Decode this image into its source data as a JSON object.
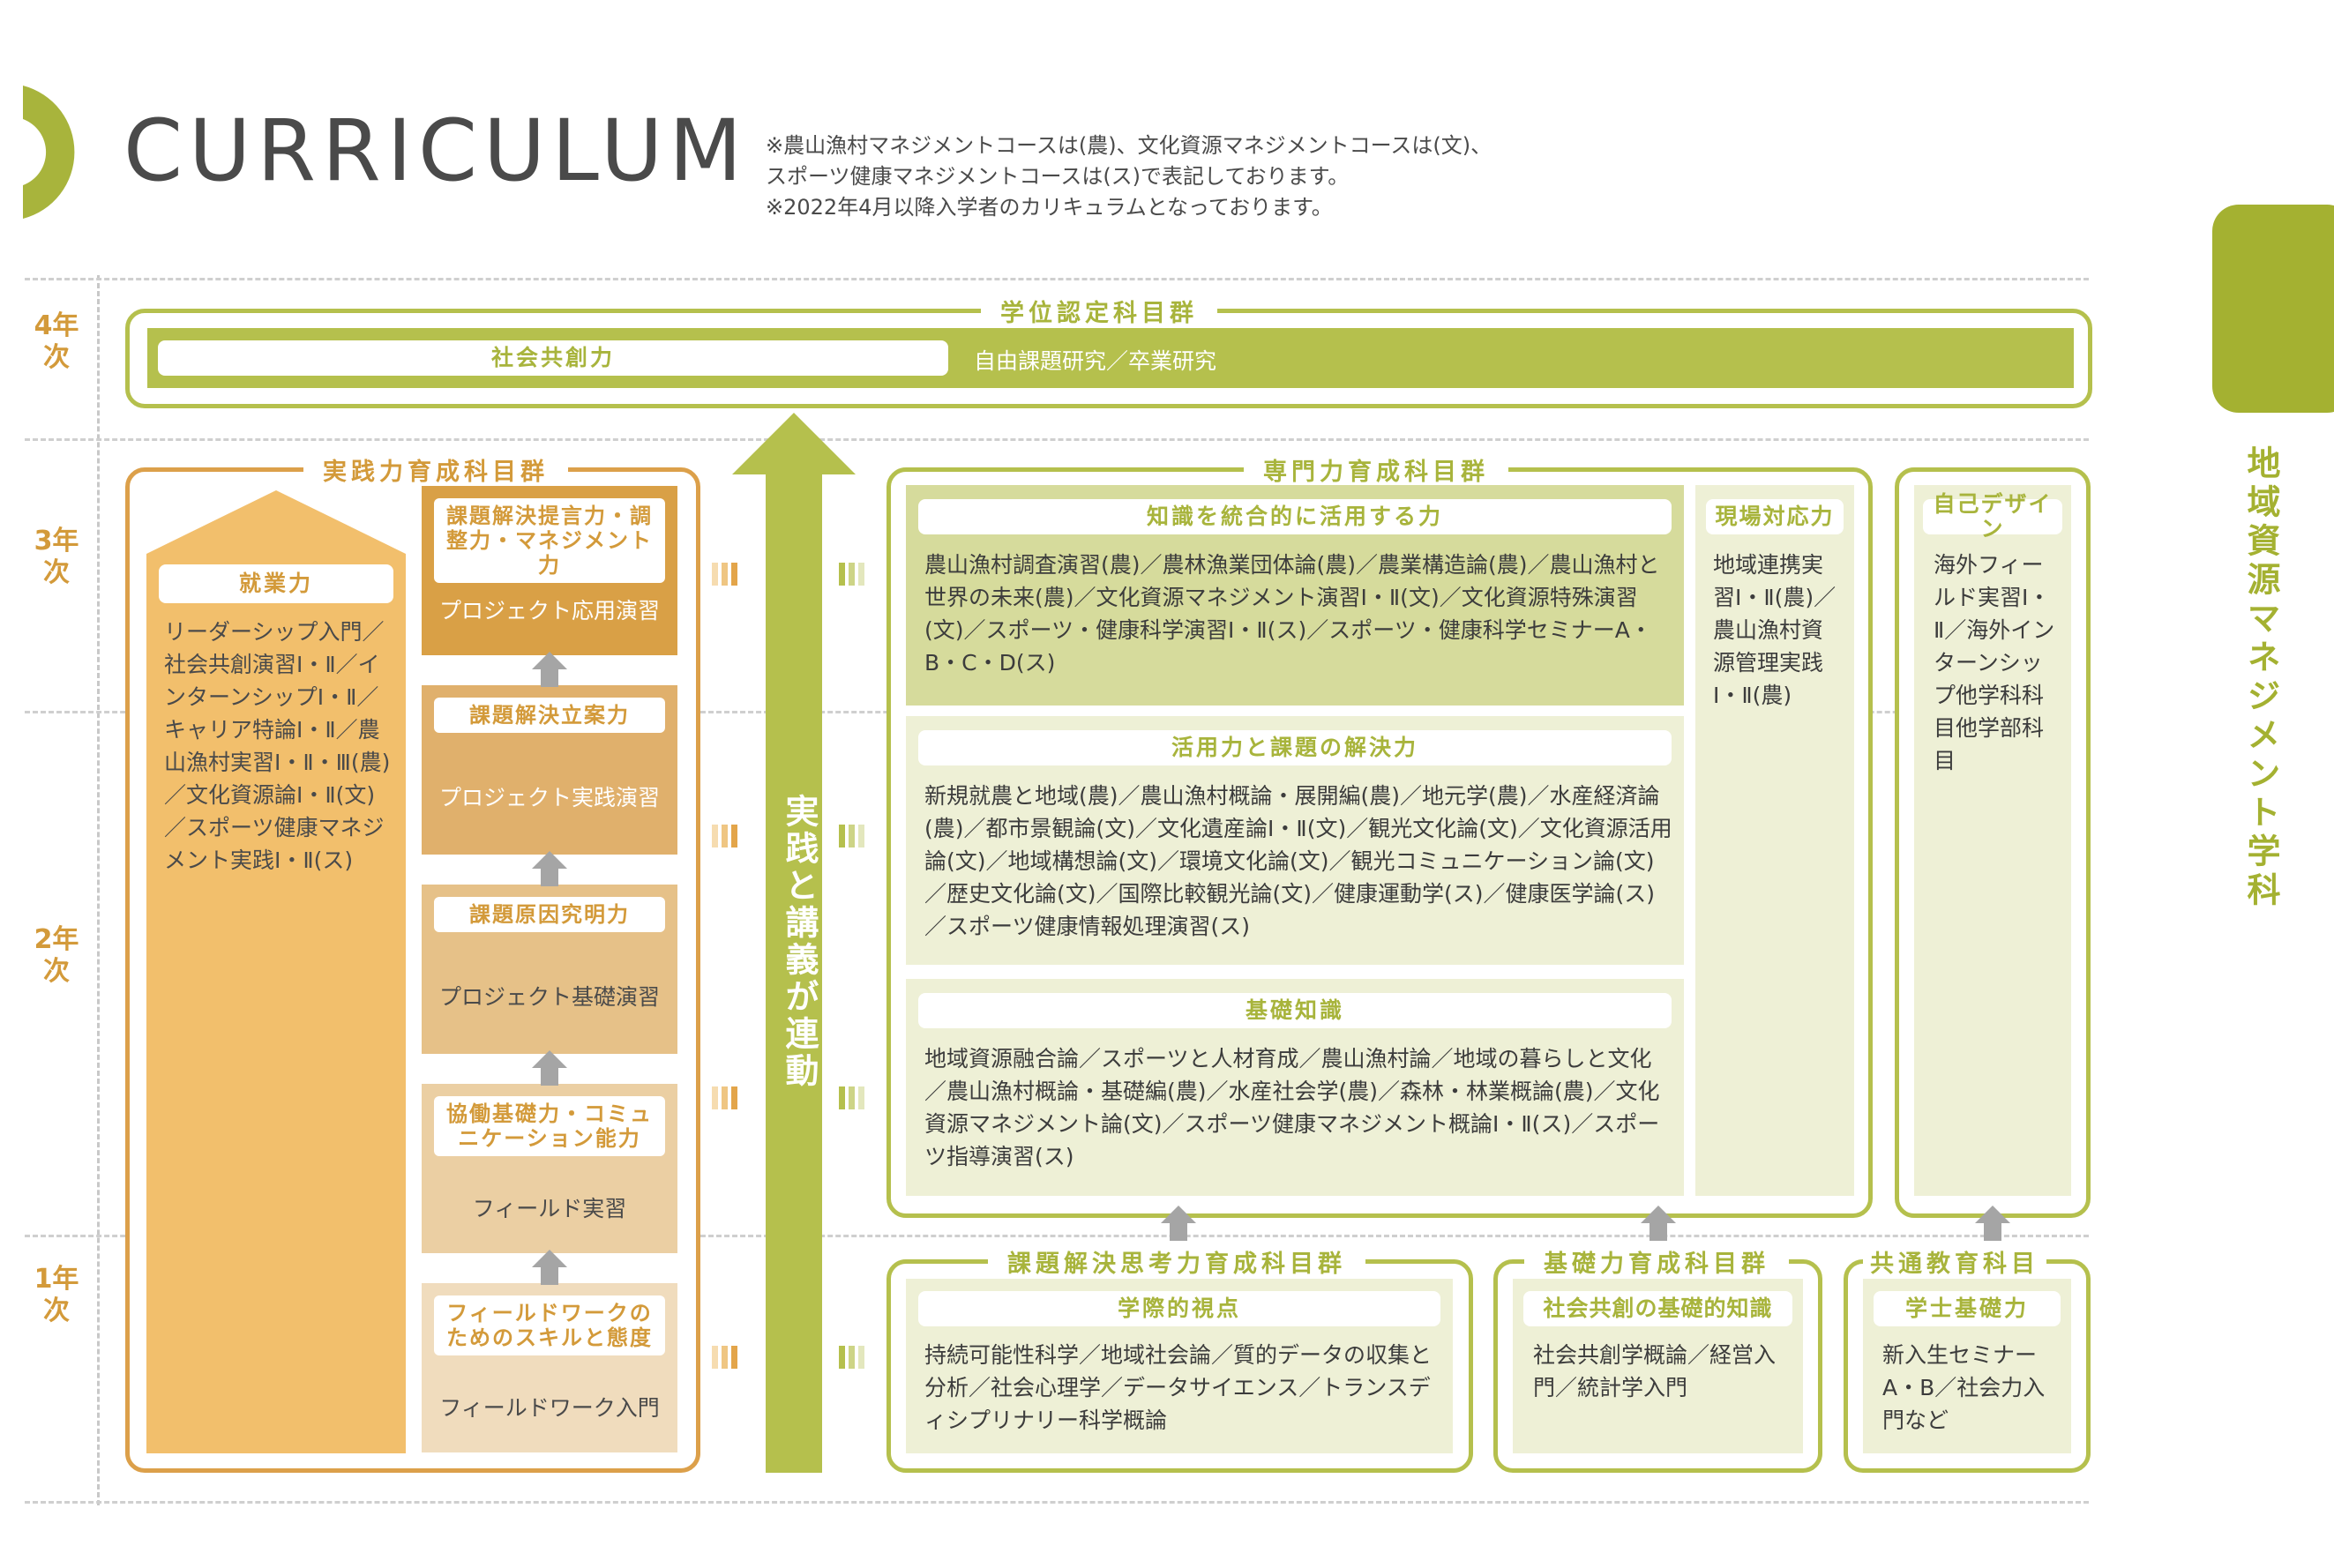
{
  "header": {
    "title": "CURRICULUM",
    "notes": [
      "※農山漁村マネジメントコースは(農)、文化資源マネジメントコースは(文)、",
      "スポーツ健康マネジメントコースは(ス)で表記しております。",
      "※2022年4月以降入学者のカリキュラムとなっております。"
    ]
  },
  "side_tab": {
    "label": "地域資源マネジメント学科"
  },
  "years": [
    "4年次",
    "3年次",
    "2年次",
    "1年次"
  ],
  "degree": {
    "group": "学位認定科目群",
    "pill": "社会共創力",
    "text": "自由課題研究／卒業研究"
  },
  "practice": {
    "group": "実践力育成科目群",
    "big": {
      "label": "就業力",
      "text": "リーダーシップ入門／社会共創演習Ⅰ・Ⅱ／インターンシップⅠ・Ⅱ／キャリア特論Ⅰ・Ⅱ／農山漁村実習Ⅰ・Ⅱ・Ⅲ(農)／文化資源論Ⅰ・Ⅱ(文)／スポーツ健康マネジメント実践Ⅰ・Ⅱ(ス)"
    },
    "steps": [
      {
        "label": "課題解決提言力・調整力・マネジメント力",
        "text": "プロジェクト応用演習"
      },
      {
        "label": "課題解決立案力",
        "text": "プロジェクト実践演習"
      },
      {
        "label": "課題原因究明力",
        "text": "プロジェクト基礎演習"
      },
      {
        "label": "協働基礎力・コミュニケーション能力",
        "text": "フィールド実習"
      },
      {
        "label": "フィールドワークのためのスキルと態度",
        "text": "フィールドワーク入門"
      }
    ]
  },
  "center_arrow": {
    "label": "実践と講義が連動"
  },
  "specialty": {
    "group": "専門力育成科目群",
    "blocks": [
      {
        "label": "知識を統合的に活用する力",
        "text": "農山漁村調査演習(農)／農林漁業団体論(農)／農業構造論(農)／農山漁村と世界の未来(農)／文化資源マネジメント演習Ⅰ・Ⅱ(文)／文化資源特殊演習(文)／スポーツ・健康科学演習Ⅰ・Ⅱ(ス)／スポーツ・健康科学セミナーA・B・C・D(ス)"
      },
      {
        "label": "活用力と課題の解決力",
        "text": "新規就農と地域(農)／農山漁村概論・展開編(農)／地元学(農)／水産経済論(農)／都市景観論(文)／文化遺産論Ⅰ・Ⅱ(文)／観光文化論(文)／文化資源活用論(文)／地域構想論(文)／環境文化論(文)／観光コミュニケーション論(文)／歴史文化論(文)／国際比較観光論(文)／健康運動学(ス)／健康医学論(ス)／スポーツ健康情報処理演習(ス)"
      },
      {
        "label": "基礎知識",
        "text": "地域資源融合論／スポーツと人材育成／農山漁村論／地域の暮らしと文化／農山漁村概論・基礎編(農)／水産社会学(農)／森林・林業概論(農)／文化資源マネジメント論(文)／スポーツ健康マネジメント概論Ⅰ・Ⅱ(ス)／スポーツ指導演習(ス)"
      }
    ],
    "field": {
      "label": "現場対応力",
      "text": "地域連携実習Ⅰ・Ⅱ(農)／農山漁村資源管理実践Ⅰ・Ⅱ(農)"
    }
  },
  "self_design": {
    "label": "自己デザイン",
    "text": "海外フィールド実習Ⅰ・Ⅱ／海外インターンシップ他学科科目他学部科目"
  },
  "thinking": {
    "group": "課題解決思考力育成科目群",
    "label": "学際的視点",
    "text": "持続可能性科学／地域社会論／質的データの収集と分析／社会心理学／データサイエンス／トランスディシプリナリー科学概論"
  },
  "basic": {
    "group": "基礎力育成科目群",
    "label": "社会共創の基礎的知識",
    "text": "社会共創学概論／経営入門／統計学入門"
  },
  "common": {
    "group": "共通教育科目",
    "label": "学士基礎力",
    "text": "新入生セミナーA・B／社会力入門など"
  },
  "colors": {
    "green": "#b5c04d",
    "orange": "#dca04a",
    "side_tab": "#a4b131",
    "step_colors": [
      "#d9a046",
      "#e0b06c",
      "#e6c188",
      "#ebcfa3"
    ]
  }
}
